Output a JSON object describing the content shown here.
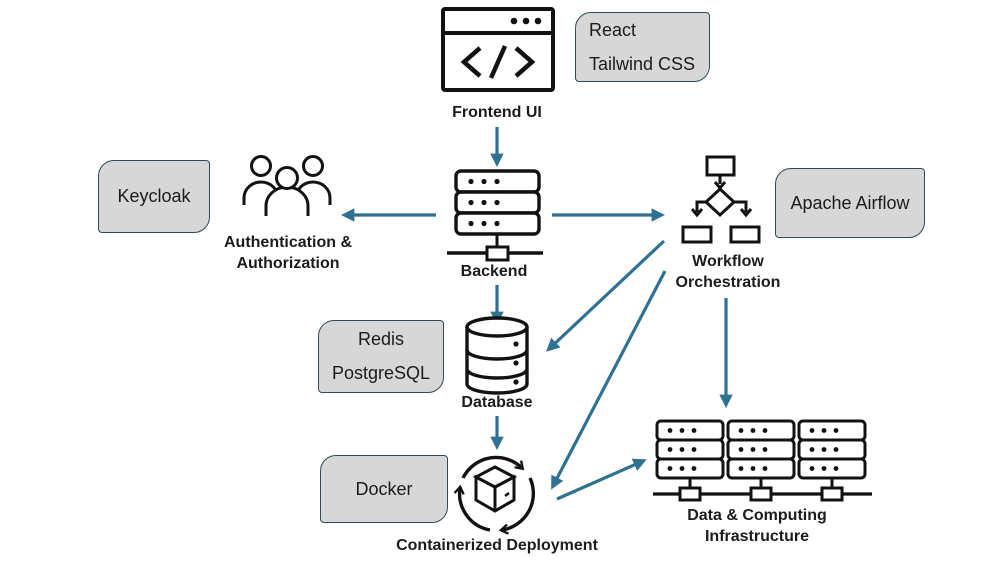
{
  "nodes": {
    "frontend": {
      "label": "Frontend UI",
      "icon": "browser-code-icon"
    },
    "backend": {
      "label": "Backend",
      "icon": "server-stack-icon"
    },
    "auth": {
      "line1": "Authentication &",
      "line2": "Authorization",
      "icon": "users-group-icon"
    },
    "workflow": {
      "line1": "Workflow",
      "line2": "Orchestration",
      "icon": "flowchart-icon"
    },
    "database": {
      "label": "Database",
      "icon": "database-cylinder-icon"
    },
    "container": {
      "label": "Containerized Deployment",
      "icon": "container-cycle-icon"
    },
    "infra": {
      "line1": "Data & Computing",
      "line2": "Infrastructure",
      "icon": "server-cluster-icon"
    }
  },
  "tech_boxes": {
    "react": {
      "line1": "React",
      "line2": "Tailwind CSS"
    },
    "keycloak": {
      "label": "Keycloak"
    },
    "airflow": {
      "label": "Apache Airflow"
    },
    "redis_postgres": {
      "line1": "Redis",
      "line2": "PostgreSQL"
    },
    "docker": {
      "label": "Docker"
    }
  },
  "edges": [
    {
      "from": "Frontend UI",
      "to": "Backend"
    },
    {
      "from": "Backend",
      "to": "Authentication & Authorization"
    },
    {
      "from": "Backend",
      "to": "Workflow Orchestration"
    },
    {
      "from": "Backend",
      "to": "Database"
    },
    {
      "from": "Workflow Orchestration",
      "to": "Database"
    },
    {
      "from": "Database",
      "to": "Containerized Deployment"
    },
    {
      "from": "Workflow Orchestration",
      "to": "Containerized Deployment"
    },
    {
      "from": "Containerized Deployment",
      "to": "Data & Computing Infrastructure"
    },
    {
      "from": "Workflow Orchestration",
      "to": "Data & Computing Infrastructure"
    }
  ],
  "colors": {
    "arrow": "#2E7193",
    "box_fill": "#D7D7D7",
    "box_border": "#2D4B5A",
    "icon_stroke": "#121212",
    "text": "#1C1C1C",
    "background": "#FFFFFF"
  }
}
